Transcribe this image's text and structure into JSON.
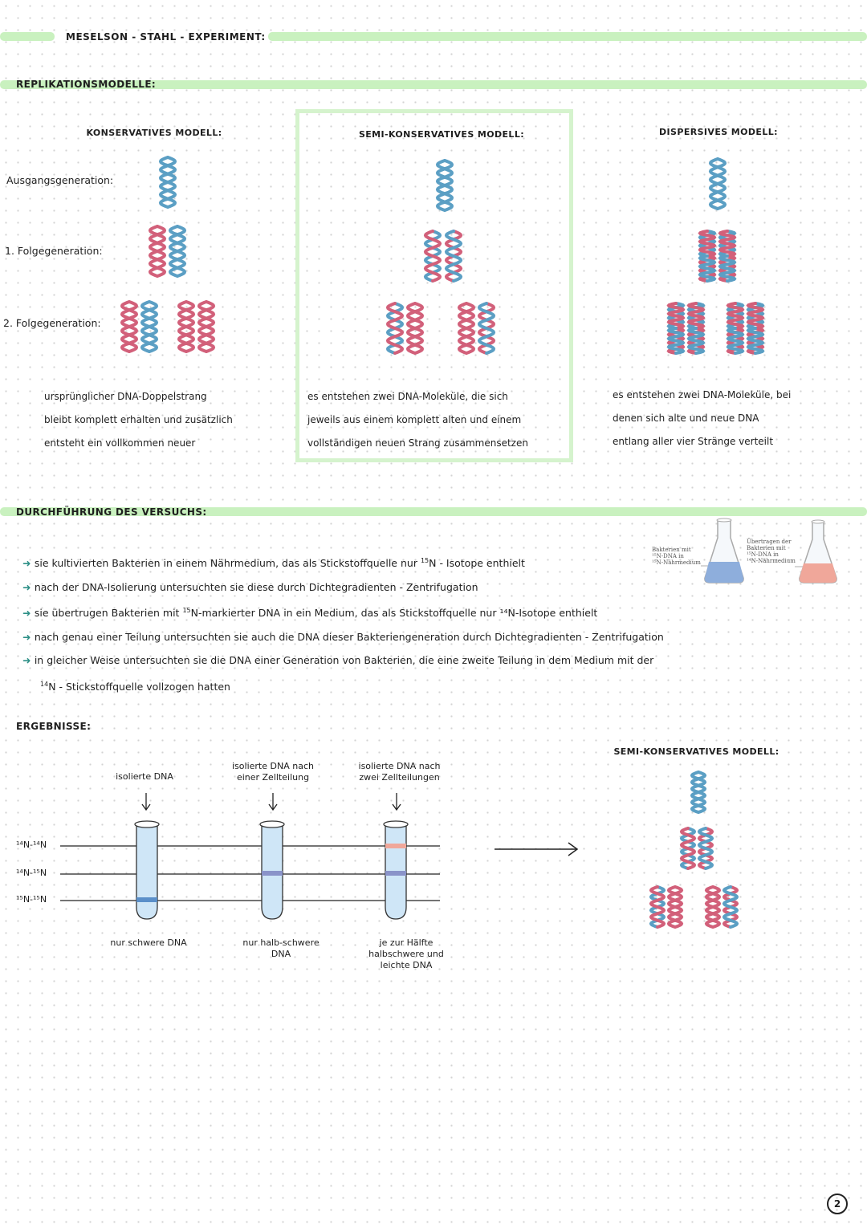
{
  "title": "MESELSON - STAHL - EXPERIMENT:",
  "models_heading": "REPLIKATIONSMODELLE:",
  "generation_labels": [
    "Ausgangsgeneration:",
    "1. Folgegeneration:",
    "2. Folgegeneration:"
  ],
  "models": [
    {
      "title": "KONSERVATIVES MODELL:",
      "desc": [
        "ursprünglicher DNA-Doppelstrang",
        "bleibt komplett erhalten und zusätzlich",
        "entsteht ein vollkommen neuer"
      ]
    },
    {
      "title": "SEMI-KONSERVATIVES MODELL:",
      "desc": [
        "es entstehen zwei DNA-Moleküle, die sich",
        "jeweils aus einem komplett alten und einem",
        "vollständigen neuen Strang zusammensetzen"
      ]
    },
    {
      "title": "DISPERSIVES MODELL:",
      "desc": [
        "es entstehen zwei DNA-Moleküle, bei",
        "denen sich alte und neue DNA",
        "entlang aller vier Stränge verteilt"
      ]
    }
  ],
  "procedure_heading": "DURCHFÜHRUNG DES VERSUCHS:",
  "procedure_steps": [
    {
      "prefix": "sie kultivierten Bakterien in einem Nährmedium, das als Stickstoffquelle nur ",
      "sup": "15",
      "suffix": "N - Isotope enthielt"
    },
    {
      "prefix": "nach der DNA-Isolierung untersuchten sie diese durch Dichtegradienten - Zentrifugation",
      "sup": "",
      "suffix": ""
    },
    {
      "prefix": "sie übertrugen Bakterien mit ",
      "sup": "15",
      "suffix": "N-markierter DNA in ein Medium, das als Stickstoffquelle nur ¹⁴N-Isotope enthielt"
    },
    {
      "prefix": "nach genau einer Teilung untersuchten sie auch die DNA dieser Bakteriengeneration durch Dichtegradienten - Zentrifugation",
      "sup": "",
      "suffix": ""
    },
    {
      "prefix": "in gleicher Weise untersuchten sie die DNA einer Generation von Bakterien, die eine zweite Teilung in dem Medium mit der",
      "sup": "",
      "suffix": ""
    }
  ],
  "procedure_continuation": {
    "sup": "14",
    "text": "N - Stickstoffquelle vollzogen hatten"
  },
  "flask_labels": {
    "left": [
      "Bakterien mit",
      "¹⁵N-DNA in",
      "¹⁵N-Nährmedium"
    ],
    "right": [
      "Übertragen der",
      "Bakterien mit",
      "¹⁵N-DNA in",
      "¹⁴N-Nährmedium"
    ]
  },
  "results_heading": "ERGEBNISSE:",
  "tube_headers": [
    [
      "isolierte DNA"
    ],
    [
      "isolierte DNA nach",
      "einer Zellteilung"
    ],
    [
      "isolierte DNA nach",
      "zwei Zellteilungen"
    ]
  ],
  "band_labels": [
    "¹⁴N-¹⁴N",
    "¹⁴N-¹⁵N",
    "¹⁵N-¹⁵N"
  ],
  "tube_captions": [
    [
      "nur schwere DNA"
    ],
    [
      "nur halb-schwere",
      "DNA"
    ],
    [
      "je zur Hälfte",
      "halbschwere und",
      "leichte DNA"
    ]
  ],
  "result_model_title": "SEMI-KONSERVATIVES MODELL:",
  "page_number": "2",
  "colors": {
    "old_strand": "#5b9fc4",
    "new_strand": "#d2607a",
    "highlight": "#c9f1bf",
    "arrow": "#2c8f86"
  }
}
